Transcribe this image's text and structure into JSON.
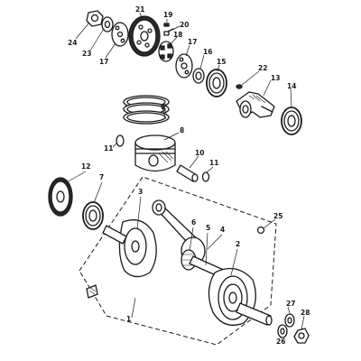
{
  "diagram": {
    "callouts": [
      {
        "id": "c1",
        "label": "1"
      },
      {
        "id": "c2",
        "label": "2"
      },
      {
        "id": "c3",
        "label": "3"
      },
      {
        "id": "c4",
        "label": "4"
      },
      {
        "id": "c5",
        "label": "5"
      },
      {
        "id": "c6",
        "label": "6"
      },
      {
        "id": "c7",
        "label": "7"
      },
      {
        "id": "c8",
        "label": "8"
      },
      {
        "id": "c9",
        "label": "9"
      },
      {
        "id": "c10",
        "label": "10"
      },
      {
        "id": "c11a",
        "label": "11"
      },
      {
        "id": "c11b",
        "label": "11"
      },
      {
        "id": "c12",
        "label": "12"
      },
      {
        "id": "c13",
        "label": "13"
      },
      {
        "id": "c14",
        "label": "14"
      },
      {
        "id": "c15",
        "label": "15"
      },
      {
        "id": "c16",
        "label": "16"
      },
      {
        "id": "c17a",
        "label": "17"
      },
      {
        "id": "c17b",
        "label": "17"
      },
      {
        "id": "c18",
        "label": "18"
      },
      {
        "id": "c19",
        "label": "19"
      },
      {
        "id": "c20",
        "label": "20"
      },
      {
        "id": "c21",
        "label": "21"
      },
      {
        "id": "c22",
        "label": "22"
      },
      {
        "id": "c23",
        "label": "23"
      },
      {
        "id": "c24",
        "label": "24"
      },
      {
        "id": "c25",
        "label": "25"
      },
      {
        "id": "c26",
        "label": "26"
      },
      {
        "id": "c27",
        "label": "27"
      },
      {
        "id": "c28",
        "label": "28"
      }
    ]
  }
}
